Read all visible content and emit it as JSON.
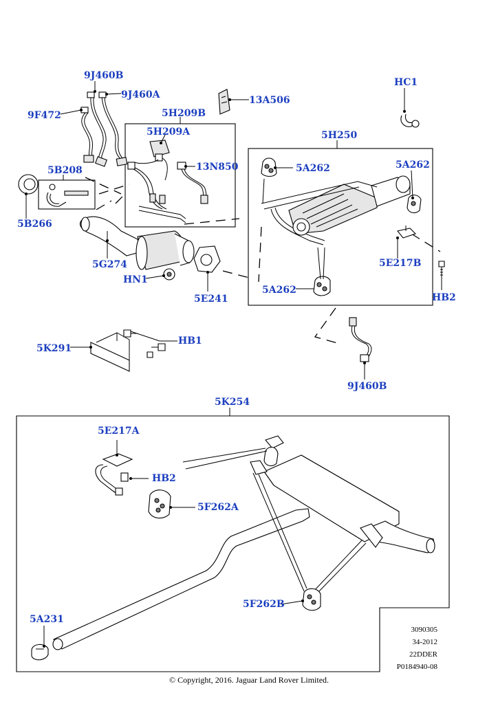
{
  "labels": {
    "9J460B_top": "9J460B",
    "9J460A": "9J460A",
    "9F472": "9F472",
    "13A506": "13A506",
    "HC1": "HC1",
    "5H209B": "5H209B",
    "5H209A": "5H209A",
    "13N850": "13N850",
    "5H250": "5H250",
    "5B208": "5B208",
    "5A262_top": "5A262",
    "5A262_right": "5A262",
    "5B266": "5B266",
    "5G274": "5G274",
    "HN1": "HN1",
    "5E241": "5E241",
    "5E217B": "5E217B",
    "5A262_bottom": "5A262",
    "HB2_right": "HB2",
    "5K291": "5K291",
    "HB1": "HB1",
    "9J460B_bottom": "9J460B",
    "5K254": "5K254",
    "5E217A": "5E217A",
    "HB2_lower": "HB2",
    "5F262A": "5F262A",
    "5F262B": "5F262B",
    "5A231": "5A231"
  },
  "reference": {
    "line1": "3090305",
    "line2": "34-2012",
    "line3": "22DDER",
    "line4": "P0184940-08"
  },
  "copyright": "© Copyright, 2016. Jaguar Land Rover Limited.",
  "colors": {
    "label": "#1c3fbf",
    "line": "#000000"
  }
}
